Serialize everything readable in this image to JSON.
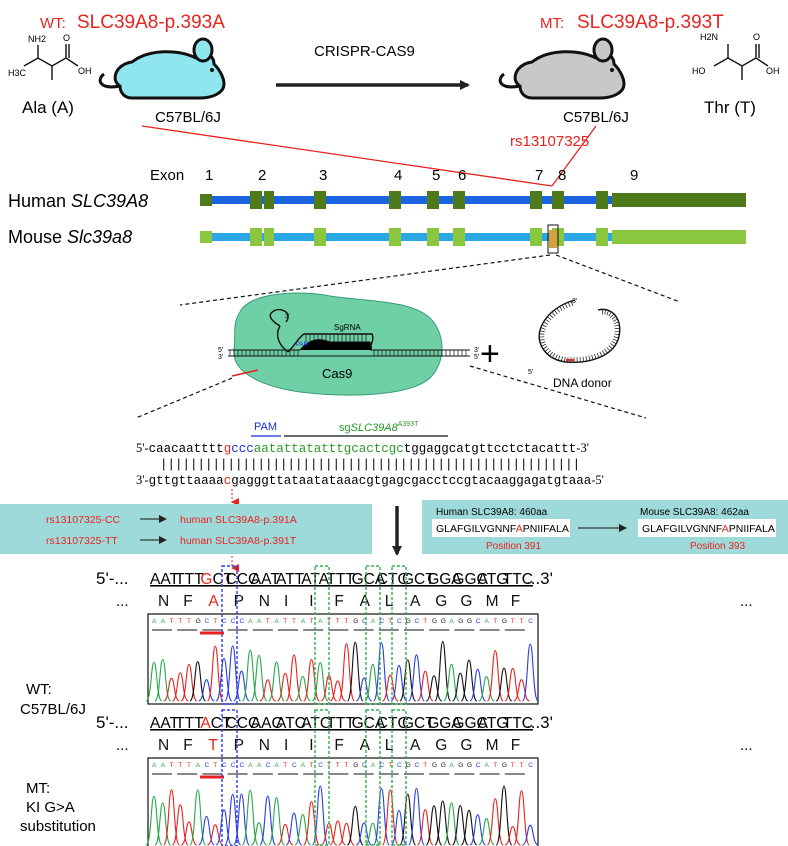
{
  "header": {
    "wt_prefix": "WT:",
    "wt_title": "SLC39A8-p.393A",
    "mt_prefix": "MT:",
    "mt_title": "SLC39A8-p.393T",
    "crispr": "CRISPR-CAS9",
    "wt_strain": "C57BL/6J",
    "mt_strain": "C57BL/6J",
    "ala_label": "Ala (A)",
    "thr_label": "Thr (T)",
    "snp": "rs13107325"
  },
  "molecules": {
    "ala": {
      "nh2": "NH2",
      "oh": "OH",
      "ch3": "H3C",
      "o": "O"
    },
    "thr": {
      "nh2": "H2N",
      "ho": "HO",
      "oh": "OH",
      "o": "O"
    }
  },
  "genes": {
    "exon_label": "Exon",
    "exon_numbers": [
      "1",
      "2",
      "3",
      "4",
      "5",
      "6",
      "7",
      "8",
      "9"
    ],
    "human_prefix": "Human ",
    "human_gene": "SLC39A8",
    "mouse_prefix": "Mouse ",
    "mouse_gene": "Slc39a8"
  },
  "crispr_panel": {
    "sgrna": "SgRNA",
    "pam": "PAM",
    "cas9": "Cas9",
    "plus": "+",
    "donor": "DNA donor",
    "prime3": "3'",
    "prime5": "5'"
  },
  "sequence": {
    "pam_label": "PAM",
    "sg_prefix": "sg",
    "sg_gene": "SLC39A8",
    "sg_sup": "A393T",
    "top_5": "5'-",
    "top_a": "caacaatttt",
    "top_g": "g",
    "top_pam": "ccc",
    "top_sg": "aatattatatttgcactcgc",
    "top_b": "tggaggcatgttcctctacattt",
    "top_3": "-3'",
    "bars": "||||||||||||||||||||||||||||||||||||||||||||||||||||||||",
    "bot_3": "3'-",
    "bot_a": "gttgttaaaa",
    "bot_c": "c",
    "bot_b": "gagggttataatataaacgtgagcgacctccgtacaaggagatgtaaa",
    "bot_5": "-5'"
  },
  "snp_box": {
    "row1_left": "rs13107325-CC",
    "row1_right": "human SLC39A8-p.391A",
    "row2_left": "rs13107325-TT",
    "row2_right": "human SLC39A8-p.391T"
  },
  "protein_box": {
    "human_title": "Human SLC39A8: 460aa",
    "mouse_title": "Mouse SLC39A8: 462aa",
    "human_seq_a": "GLAFGILVGNNF",
    "human_seq_r": "A",
    "human_seq_b": "PNIIFALA",
    "mouse_seq_a": "GLAFGILVGNNF",
    "mouse_seq_r": "A",
    "mouse_seq_b": "PNIIFALA",
    "human_pos": "Position 391",
    "mouse_pos": "Position 393"
  },
  "wt_block": {
    "lead": "5'-...",
    "codons": [
      "AAT",
      "TTT",
      "GCT",
      "CCC",
      "AAT",
      "ATT",
      "ATA",
      "TTT",
      "GCA",
      "CTC",
      "GCT",
      "GGA",
      "GGC",
      "ATG",
      "TTC"
    ],
    "tail": "...3'",
    "aa": [
      "N",
      "F",
      "A",
      "P",
      "N",
      "I",
      "I",
      "F",
      "A",
      "L",
      "A",
      "G",
      "G",
      "M",
      "F"
    ],
    "aa_lead": "...",
    "aa_tail": "...",
    "label1": "WT:",
    "label2": "C57BL/6J",
    "trace_bases": "AATTTGCTCCCAATATTATATTTGCACTCGCTGGAGGCATGTTC"
  },
  "mt_block": {
    "lead": "5'-...",
    "codons": [
      "AAT",
      "TTT",
      "ACT",
      "CCC",
      "AAC",
      "ATC",
      "ATC",
      "TTT",
      "GCA",
      "CTC",
      "GCT",
      "GGA",
      "GGC",
      "ATG",
      "TTC"
    ],
    "tail": "...3'",
    "aa": [
      "N",
      "F",
      "T",
      "P",
      "N",
      "I",
      "I",
      "F",
      "A",
      "L",
      "A",
      "G",
      "G",
      "M",
      "F"
    ],
    "aa_lead": "...",
    "aa_tail": "...",
    "label1": "MT:",
    "label2": "KI G>A",
    "label3": "substitution",
    "trace_bases": "AATTTACTCCCAACATCATCTTTGCACTCGCTGGAGGCATGTTC"
  },
  "colors": {
    "red": "#e8231f",
    "human_intron": "#1a64e0",
    "human_exon": "#4f7a1c",
    "mouse_intron": "#2aa8e6",
    "mouse_exon": "#8bc63f",
    "box_fill": "#9fdadb",
    "cas9": "#6fcfa6",
    "mouse_wt": "#8fe6ee",
    "mouse_mt": "#c8c8c8",
    "pam_blue": "#1a2ee0",
    "sg_green": "#2a9a2a",
    "dash_blue": "#2a3ee8",
    "dash_green": "#2db34a"
  }
}
